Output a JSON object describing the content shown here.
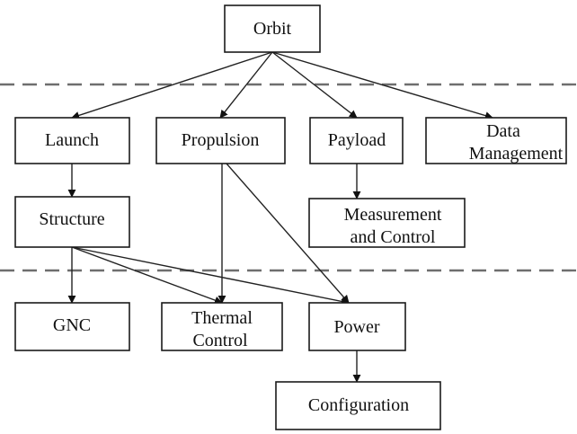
{
  "diagram": {
    "nodes": {
      "orbit": {
        "lines": [
          "Orbit"
        ]
      },
      "launch": {
        "lines": [
          "Launch"
        ]
      },
      "propulsion": {
        "lines": [
          "Propulsion"
        ]
      },
      "payload": {
        "lines": [
          "Payload"
        ]
      },
      "data_management": {
        "lines": [
          "Data",
          "Management"
        ]
      },
      "structure": {
        "lines": [
          "Structure"
        ]
      },
      "measurement_and_control": {
        "lines": [
          "Measurement",
          "and Control"
        ]
      },
      "gnc": {
        "lines": [
          "GNC"
        ]
      },
      "thermal_control": {
        "lines": [
          "Thermal",
          "Control"
        ]
      },
      "power": {
        "lines": [
          "Power"
        ]
      },
      "configuration": {
        "lines": [
          "Configuration"
        ]
      }
    },
    "edges": [
      {
        "from": "orbit",
        "to": "launch"
      },
      {
        "from": "orbit",
        "to": "propulsion"
      },
      {
        "from": "orbit",
        "to": "payload"
      },
      {
        "from": "orbit",
        "to": "data_management"
      },
      {
        "from": "launch",
        "to": "structure"
      },
      {
        "from": "payload",
        "to": "measurement_and_control"
      },
      {
        "from": "propulsion",
        "to": "thermal_control"
      },
      {
        "from": "propulsion",
        "to": "power"
      },
      {
        "from": "structure",
        "to": "gnc"
      },
      {
        "from": "structure",
        "to": "thermal_control"
      },
      {
        "from": "structure",
        "to": "power"
      },
      {
        "from": "power",
        "to": "configuration"
      }
    ]
  }
}
